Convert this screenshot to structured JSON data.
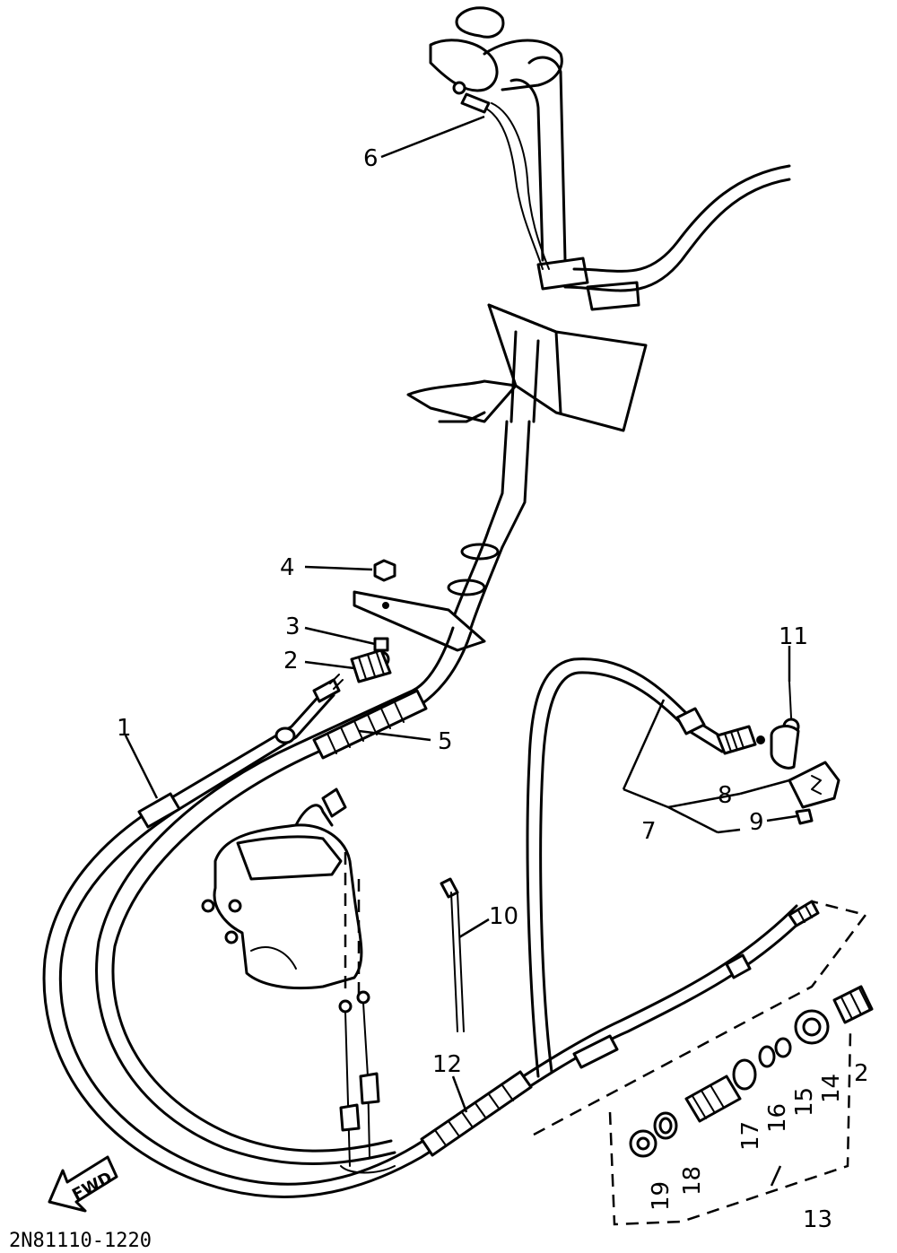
{
  "callouts": {
    "c1": "1",
    "c2a": "2",
    "c2b": "2",
    "c3": "3",
    "c4": "4",
    "c5": "5",
    "c6": "6",
    "c7": "7",
    "c8": "8",
    "c9": "9",
    "c10": "10",
    "c11": "11",
    "c12": "12",
    "c13": "13",
    "c14": "14",
    "c15": "15",
    "c16": "16",
    "c17": "17",
    "c18": "18",
    "c19": "19"
  },
  "fwd_label": "FWD",
  "diagram_code": "2N81110-1220"
}
